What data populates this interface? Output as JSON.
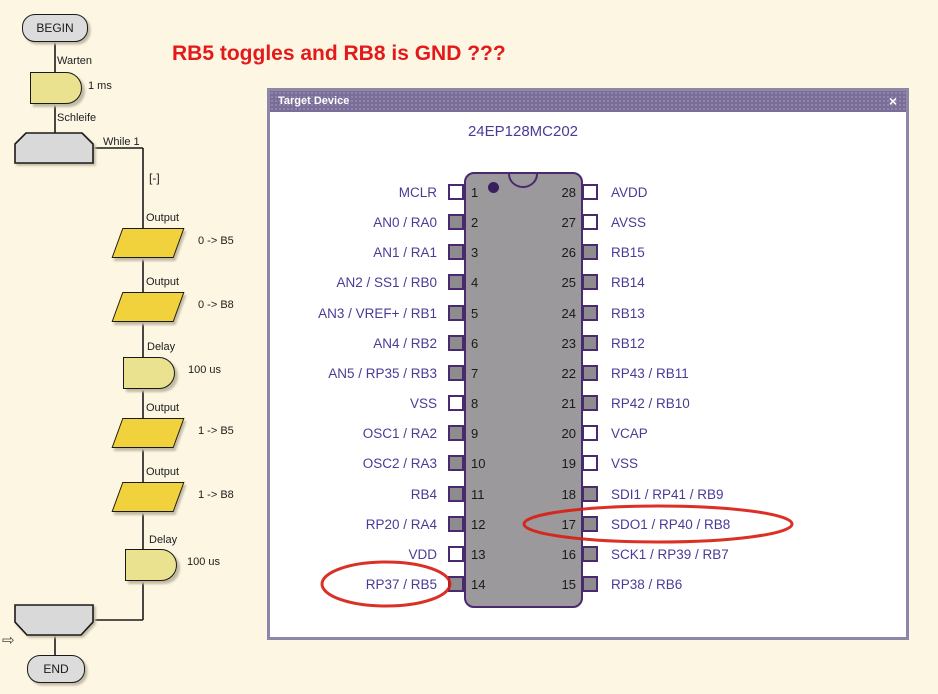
{
  "page": {
    "heading": "RB5 toggles and RB8 is GND ???"
  },
  "flowchart": {
    "begin_label": "BEGIN",
    "end_label": "END",
    "collapse_marker": "[-]",
    "cursor_icon": "⇨",
    "wait": {
      "label": "Warten",
      "value": "1 ms"
    },
    "loop": {
      "label": "Schleife",
      "condition": "While 1"
    },
    "steps": [
      {
        "label": "Output",
        "value": "0 -> B5"
      },
      {
        "label": "Output",
        "value": "0 -> B8"
      },
      {
        "label": "Delay",
        "value": "100 us"
      },
      {
        "label": "Output",
        "value": "1 -> B5"
      },
      {
        "label": "Output",
        "value": "1 -> B8"
      },
      {
        "label": "Delay",
        "value": "100 us"
      }
    ]
  },
  "window": {
    "title": "Target Device",
    "close_label": "×",
    "chip": {
      "name": "24EP128MC202",
      "left_pins": [
        {
          "num": "1",
          "label": "MCLR",
          "type": "power"
        },
        {
          "num": "2",
          "label": "AN0 / RA0",
          "type": "io"
        },
        {
          "num": "3",
          "label": "AN1 / RA1",
          "type": "io"
        },
        {
          "num": "4",
          "label": "AN2 / SS1 / RB0",
          "type": "io"
        },
        {
          "num": "5",
          "label": "AN3 / VREF+ / RB1",
          "type": "io"
        },
        {
          "num": "6",
          "label": "AN4 / RB2",
          "type": "io"
        },
        {
          "num": "7",
          "label": "AN5 / RP35 / RB3",
          "type": "io"
        },
        {
          "num": "8",
          "label": "VSS",
          "type": "power"
        },
        {
          "num": "9",
          "label": "OSC1 / RA2",
          "type": "io"
        },
        {
          "num": "10",
          "label": "OSC2 / RA3",
          "type": "io"
        },
        {
          "num": "11",
          "label": "RB4",
          "type": "io"
        },
        {
          "num": "12",
          "label": "RP20 / RA4",
          "type": "io"
        },
        {
          "num": "13",
          "label": "VDD",
          "type": "power"
        },
        {
          "num": "14",
          "label": "RP37 / RB5",
          "type": "io"
        }
      ],
      "right_pins": [
        {
          "num": "28",
          "label": "AVDD",
          "type": "power"
        },
        {
          "num": "27",
          "label": "AVSS",
          "type": "power"
        },
        {
          "num": "26",
          "label": "RB15",
          "type": "io"
        },
        {
          "num": "25",
          "label": "RB14",
          "type": "io"
        },
        {
          "num": "24",
          "label": "RB13",
          "type": "io"
        },
        {
          "num": "23",
          "label": "RB12",
          "type": "io"
        },
        {
          "num": "22",
          "label": "RP43 / RB11",
          "type": "io"
        },
        {
          "num": "21",
          "label": "RP42 / RB10",
          "type": "io"
        },
        {
          "num": "20",
          "label": "VCAP",
          "type": "power"
        },
        {
          "num": "19",
          "label": "VSS",
          "type": "power"
        },
        {
          "num": "18",
          "label": "SDI1 / RP41 / RB9",
          "type": "io"
        },
        {
          "num": "17",
          "label": "SDO1 / RP40 / RB8",
          "type": "io"
        },
        {
          "num": "16",
          "label": "SCK1 / RP39 / RB7",
          "type": "io"
        },
        {
          "num": "15",
          "label": "RP38 / RB6",
          "type": "io"
        }
      ],
      "highlighted_pins": [
        "RP37 / RB5",
        "SDO1 / RP40 / RB8"
      ]
    }
  },
  "colors": {
    "background": "#fcf6e3",
    "annotation_red": "#e41a1a",
    "highlight_ellipse_red": "#d81e12",
    "chip_border_purple": "#4a2a6e",
    "pin_label_purple": "#4c3a96",
    "titlebar_purple": "#7a6e99",
    "output_yellow": "#f1d23d",
    "delay_yellow": "#eae28e",
    "terminal_gray": "#dcdcdc"
  }
}
